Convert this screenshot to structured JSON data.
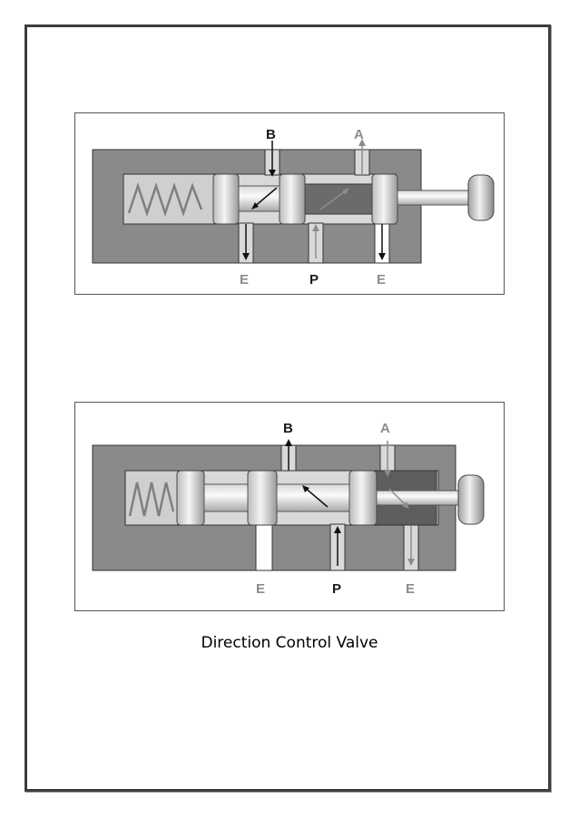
{
  "diagrams": [
    {
      "labels": {
        "top_left": "B",
        "top_right": "A",
        "bottom_left": "E",
        "bottom_mid": "P",
        "bottom_right": "E"
      }
    },
    {
      "labels": {
        "top_left": "B",
        "top_right": "A",
        "bottom_left": "E",
        "bottom_mid": "P",
        "bottom_right": "E"
      }
    }
  ],
  "caption": "Direction Control Valve",
  "colors": {
    "body": "#8a8a8a",
    "bore": "#d9d9d9",
    "spring_box": "#cfcfcf",
    "spring": "#7f7f7f",
    "dark_chamber": "#5e5e5e",
    "pressure_chamber": "#9a9a9a",
    "label_dark": "#1a1a1a",
    "label_grey": "#8c8c8c"
  }
}
